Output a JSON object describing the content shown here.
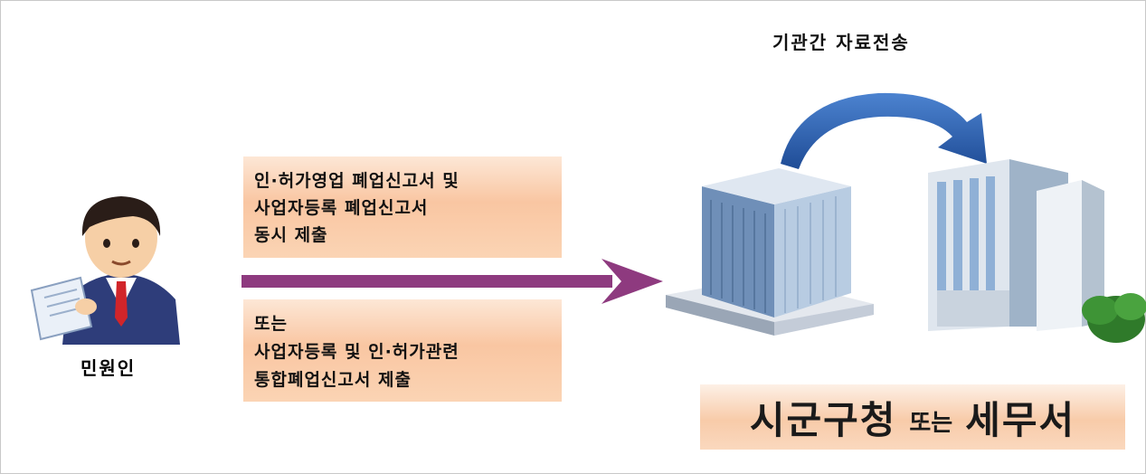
{
  "applicant": {
    "label": "민원인"
  },
  "submission_box_1": {
    "lines": [
      "인·허가영업 폐업신고서 및",
      "사업자등록 폐업신고서",
      "동시 제출"
    ]
  },
  "submission_box_2": {
    "lines": [
      "또는",
      "사업자등록 및 인·허가관련",
      "통합폐업신고서 제출"
    ]
  },
  "transfer": {
    "title": "기관간 자료전송"
  },
  "office": {
    "part1": "시군구청",
    "part2": "또는",
    "part3": "세무서"
  },
  "colors": {
    "arrow": "#8e3a7f",
    "curve_arrow": "#2e5fa8",
    "box_fill": "#f9c6a2"
  },
  "icons": [
    "person-icon",
    "document-icon",
    "main-arrow-icon",
    "curved-arrow-icon",
    "office-building-icon",
    "tower-building-icon",
    "tree-icon"
  ]
}
